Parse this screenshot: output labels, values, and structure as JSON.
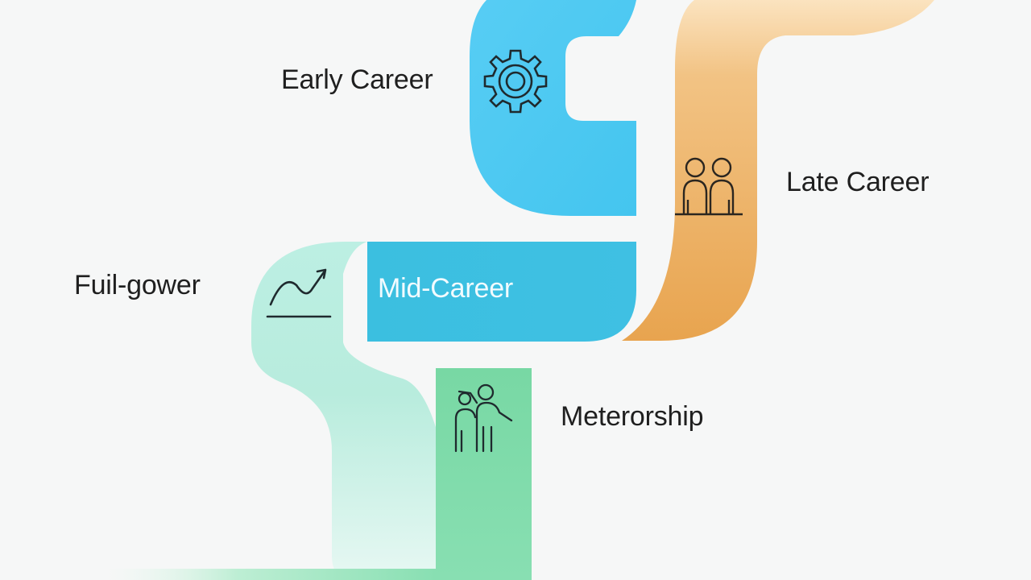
{
  "stages": {
    "early": {
      "label": "Early Career",
      "icon": "gear-icon",
      "color": "#4ac9f1"
    },
    "late": {
      "label": "Late Career",
      "icon": "people-icon",
      "color": "#e9a857"
    },
    "full": {
      "label": "Fuil-gower",
      "icon": "growth-chart-icon",
      "color": "#a8e8d8"
    },
    "mid": {
      "label": "Mid-Career",
      "icon": "",
      "color": "#3fbfe0"
    },
    "mentorship": {
      "label": "Meterorship",
      "icon": "mentor-icon",
      "color": "#7dd9a8"
    }
  }
}
